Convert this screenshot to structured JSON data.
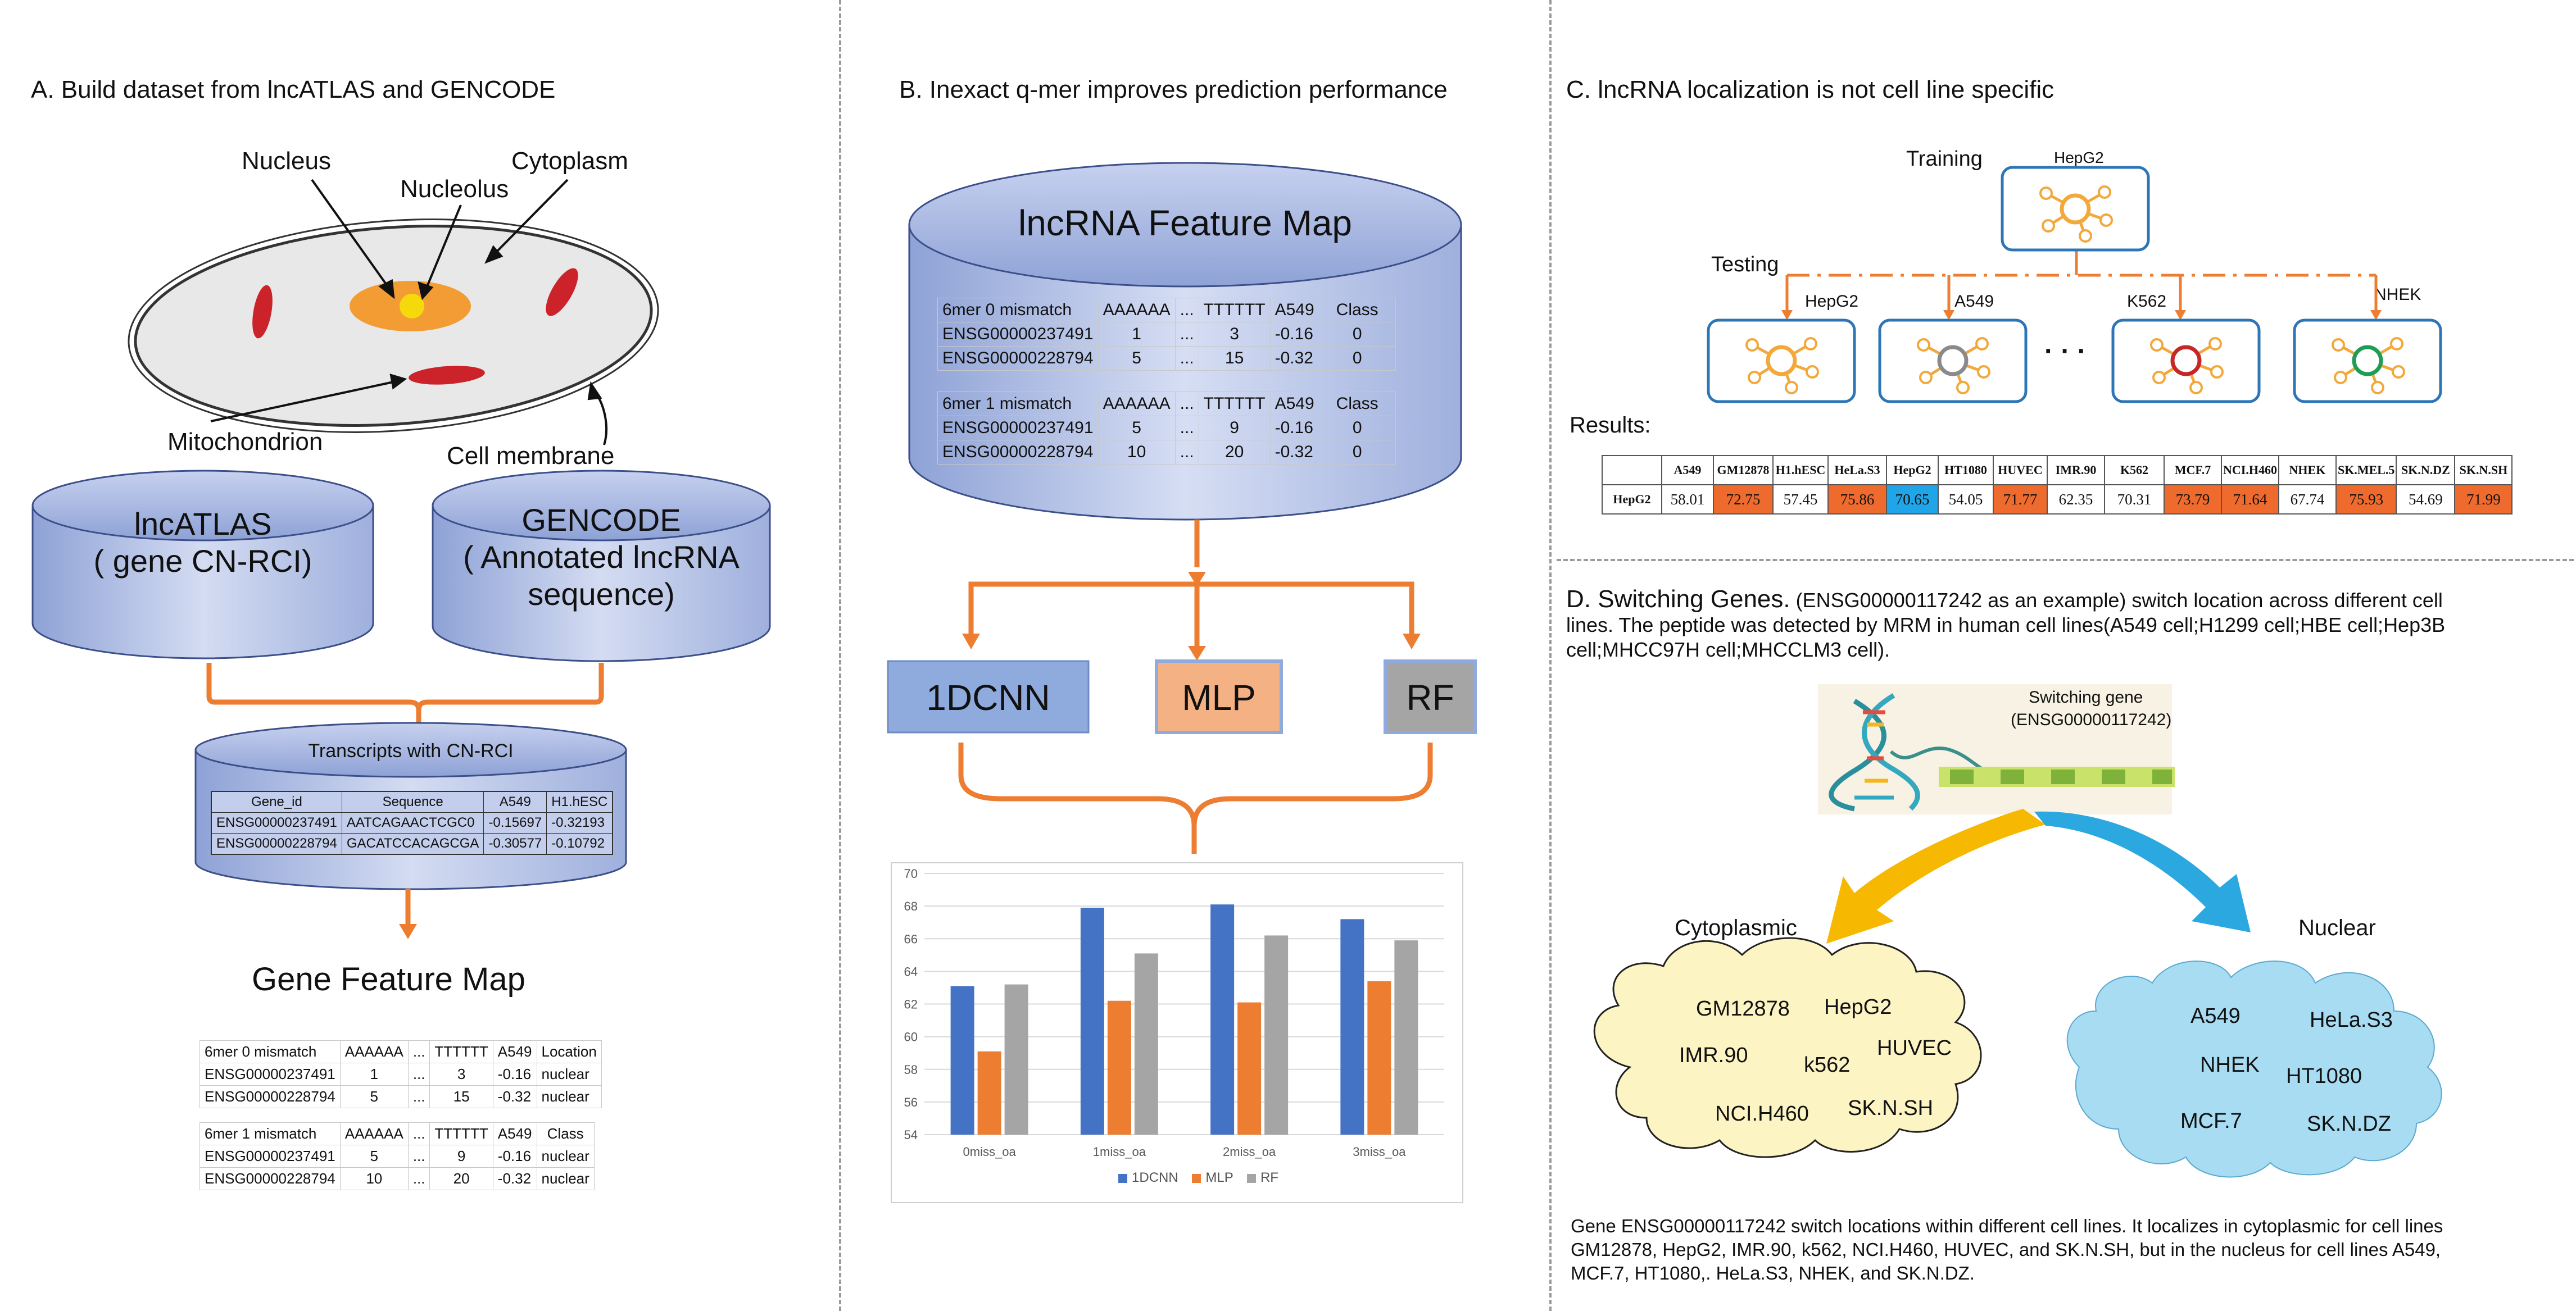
{
  "panelA": {
    "title": "A. Build dataset from lncATLAS and GENCODE",
    "cell_labels": {
      "nucleus": "Nucleus",
      "cytoplasm": "Cytoplasm",
      "nucleolus": "Nucleolus",
      "mitochondrion": "Mitochondrion",
      "membrane": "Cell membrane"
    },
    "db1": {
      "line1": "lncATLAS",
      "line2": "( gene CN-RCI)"
    },
    "db2": {
      "line1": "GENCODE",
      "line2": "( Annotated lncRNA",
      "line3": "sequence)"
    },
    "transcripts": {
      "title": "Transcripts with CN-RCI",
      "headers": [
        "Gene_id",
        "Sequence",
        "A549",
        "H1.hESC"
      ],
      "rows": [
        [
          "ENSG00000237491",
          "AATCAGAACTCGC0",
          "-0.15697",
          "-0.32193"
        ],
        [
          "ENSG00000228794",
          "GACATCCACAGCGA",
          "-0.30577",
          "-0.10792"
        ]
      ]
    },
    "gene_map_title": "Gene Feature Map",
    "gene_table1": {
      "headers": [
        "6mer 0 mismatch",
        "AAAAAA",
        "...",
        "TTTTTT",
        "A549",
        "Location"
      ],
      "rows": [
        [
          "ENSG00000237491",
          "1",
          "...",
          "3",
          "-0.16",
          "nuclear"
        ],
        [
          "ENSG00000228794",
          "5",
          "...",
          "15",
          "-0.32",
          "nuclear"
        ]
      ]
    },
    "gene_table2": {
      "headers": [
        "6mer 1 mismatch",
        "AAAAAA",
        "...",
        "TTTTTT",
        "A549",
        "Class"
      ],
      "rows": [
        [
          "ENSG00000237491",
          "5",
          "...",
          "9",
          "-0.16",
          "nuclear"
        ],
        [
          "ENSG00000228794",
          "10",
          "...",
          "20",
          "-0.32",
          "nuclear"
        ]
      ]
    }
  },
  "panelB": {
    "title": "B. Inexact q-mer improves prediction performance",
    "feature_map_title": "lncRNA Feature Map",
    "table1": {
      "headers": [
        "6mer 0 mismatch",
        "AAAAAA",
        "...",
        "TTTTTT",
        "A549",
        "Class"
      ],
      "rows": [
        [
          "ENSG00000237491",
          "1",
          "...",
          "3",
          "-0.16",
          "0"
        ],
        [
          "ENSG00000228794",
          "5",
          "...",
          "15",
          "-0.32",
          "0"
        ]
      ]
    },
    "table2": {
      "headers": [
        "6mer 1 mismatch",
        "AAAAAA",
        "...",
        "TTTTTT",
        "A549",
        "Class"
      ],
      "rows": [
        [
          "ENSG00000237491",
          "5",
          "...",
          "9",
          "-0.16",
          "0"
        ],
        [
          "ENSG00000228794",
          "10",
          "...",
          "20",
          "-0.32",
          "0"
        ]
      ]
    },
    "models": [
      "1DCNN",
      "MLP",
      "RF"
    ],
    "colors": {
      "cnn": "#4472c4",
      "mlp": "#ed7d31",
      "rf": "#a5a5a5",
      "arrow": "#ed7d31"
    }
  },
  "chart_data": {
    "type": "bar",
    "categories": [
      "0miss_oa",
      "1miss_oa",
      "2miss_oa",
      "3miss_oa"
    ],
    "series": [
      {
        "name": "1DCNN",
        "values": [
          63.1,
          67.9,
          68.1,
          67.2
        ]
      },
      {
        "name": "MLP",
        "values": [
          59.1,
          62.2,
          62.1,
          63.4
        ]
      },
      {
        "name": "RF",
        "values": [
          63.2,
          65.1,
          66.2,
          65.9
        ]
      }
    ],
    "title": "",
    "xlabel": "",
    "ylabel": "",
    "ylim": [
      54,
      70
    ],
    "yticks": [
      "54",
      "56",
      "58",
      "60",
      "62",
      "64",
      "66",
      "68",
      "70"
    ],
    "grid": true,
    "legend_position": "bottom"
  },
  "panelC": {
    "title": "C. lncRNA localization is not cell line specific",
    "training_label": "Training",
    "testing_label": "Testing",
    "train_node": "HepG2",
    "test_nodes": [
      "HepG2",
      "A549",
      "K562",
      "NHEK"
    ],
    "ellipsis": "· · ·",
    "results_label": "Results:",
    "results_headers": [
      "",
      "A549",
      "GM12878",
      "H1.hESC",
      "HeLa.S3",
      "HepG2",
      "HT1080",
      "HUVEC",
      "IMR.90",
      "K562",
      "MCF.7",
      "NCI.H460",
      "NHEK",
      "SK.MEL.5",
      "SK.N.DZ",
      "SK.N.SH"
    ],
    "results_row": [
      "HepG2",
      "58.01",
      "72.75",
      "57.45",
      "75.86",
      "70.65",
      "54.05",
      "71.77",
      "62.35",
      "70.31",
      "73.79",
      "71.64",
      "67.74",
      "75.93",
      "54.69",
      "71.99"
    ],
    "highlight_colors": {
      "orange": "#ee6a2d",
      "blue": "#1fa5e8"
    }
  },
  "panelD": {
    "title": "D. Switching Genes.",
    "description_1": " (ENSG00000117242 as an example)  switch location across different cell",
    "description_2": "lines. The peptide was detected by MRM in human cell lines(A549 cell;H1299 cell;HBE cell;Hep3B",
    "description_3": "cell;MHCC97H cell;MHCCLM3 cell).",
    "switch_label_1": "Switching gene",
    "switch_label_2": "(ENSG00000117242)",
    "cytoplasmic_label": "Cytoplasmic",
    "nuclear_label": "Nuclear",
    "cytoplasmic_cells": [
      "GM12878",
      "HepG2",
      "IMR.90",
      "k562",
      "HUVEC",
      "NCI.H460",
      "SK.N.SH"
    ],
    "nuclear_cells": [
      "A549",
      "HeLa.S3",
      "NHEK",
      "HT1080",
      "MCF.7",
      "SK.N.DZ"
    ],
    "footer_1": "Gene ENSG00000117242 switch locations within different cell lines. It localizes in cytoplasmic for cell lines",
    "footer_2": "GM12878, HepG2, IMR.90, k562, NCI.H460, HUVEC, and SK.N.SH, but in the nucleus for cell lines A549,",
    "footer_3": "MCF.7, HT1080,. HeLa.S3, NHEK, and SK.N.DZ.",
    "colors": {
      "cyto": "#fdf4c3",
      "nuc": "#a8dcf2",
      "arrow_yellow": "#f6b800",
      "arrow_blue": "#2ba8e0"
    }
  }
}
